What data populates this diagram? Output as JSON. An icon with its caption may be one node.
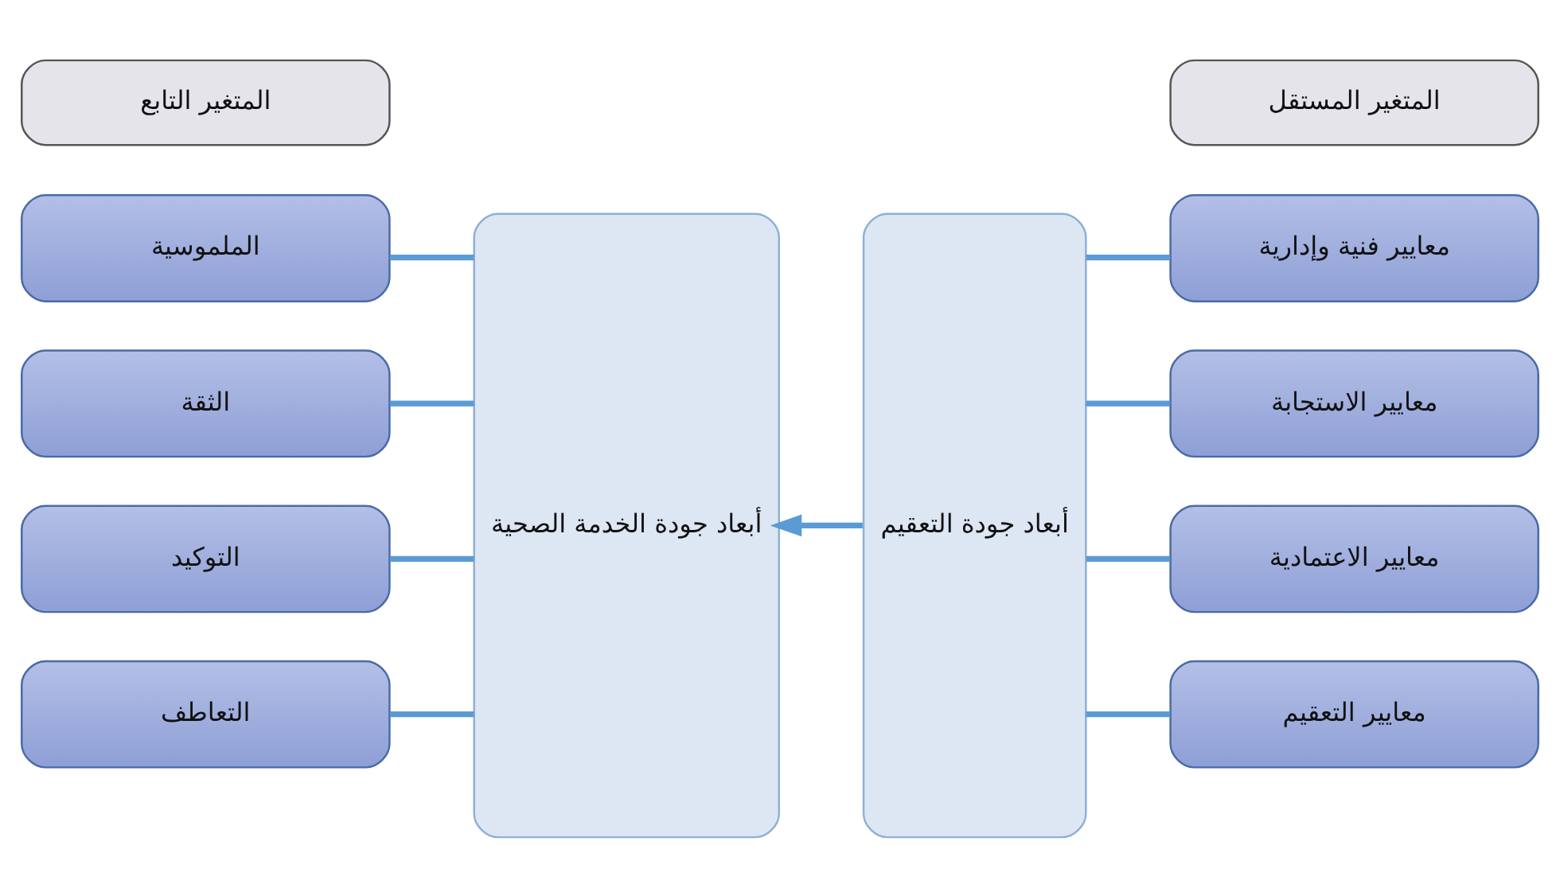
{
  "diagram": {
    "nodes": [
      {
        "text": [
          "المتغير المستقل"
        ]
      },
      {
        "text": [
          "المتغير التابع"
        ]
      },
      {
        "text": [
          "معايير فنية وإدارية"
        ]
      },
      {
        "text": [
          "معايير الاستجابة"
        ]
      },
      {
        "text": [
          "معايير الاعتمادية"
        ]
      },
      {
        "text": [
          "معايير التعقيم"
        ]
      },
      {
        "text": [
          "أبعاد جودة التعقيم"
        ]
      },
      {
        "text": [
          "أبعاد جودة الخدمة الصحية"
        ]
      },
      {
        "text": [
          "الملموسية"
        ]
      },
      {
        "text": [
          "الثقة"
        ]
      },
      {
        "text": [
          "التوكيد"
        ]
      },
      {
        "text": [
          "التعاطف"
        ]
      }
    ],
    "edges": [
      {
        "from": 2,
        "to": 6,
        "arrow": "none"
      },
      {
        "from": 3,
        "to": 6,
        "arrow": "none"
      },
      {
        "from": 4,
        "to": 6,
        "arrow": "none"
      },
      {
        "from": 5,
        "to": 6,
        "arrow": "none"
      },
      {
        "from": 6,
        "to": 7,
        "arrow": "to"
      },
      {
        "from": 7,
        "to": 8,
        "arrow": "none"
      },
      {
        "from": 7,
        "to": 9,
        "arrow": "none"
      },
      {
        "from": 7,
        "to": 10,
        "arrow": "none"
      },
      {
        "from": 7,
        "to": 11,
        "arrow": "none"
      }
    ]
  }
}
